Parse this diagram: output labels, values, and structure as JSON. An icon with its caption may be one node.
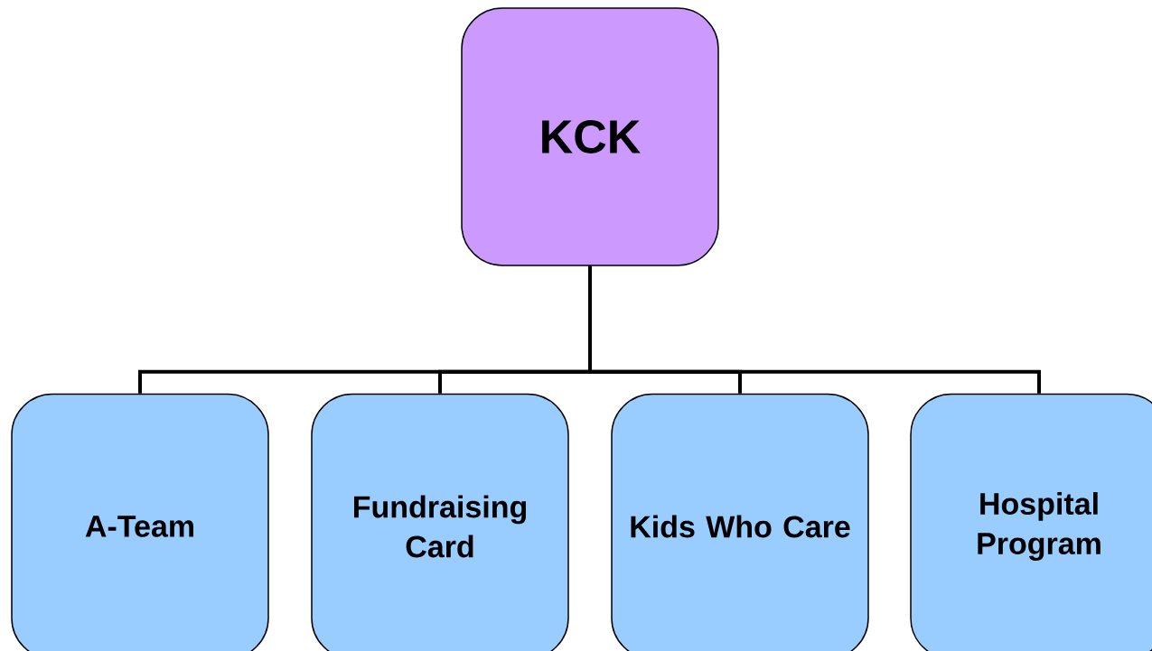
{
  "diagram": {
    "nodes": [
      {
        "text": [
          "KCK"
        ]
      },
      {
        "text": [
          "A-Team"
        ]
      },
      {
        "text": [
          "Fundraising Card"
        ]
      },
      {
        "text": [
          "Kids Who Care"
        ]
      },
      {
        "text": [
          "Hospital Program"
        ]
      }
    ],
    "edges": [
      {
        "from": 0,
        "to": 1,
        "arrow": "none"
      },
      {
        "from": 0,
        "to": 2,
        "arrow": "none"
      },
      {
        "from": 0,
        "to": 3,
        "arrow": "none"
      },
      {
        "from": 0,
        "to": 4,
        "arrow": "none"
      }
    ]
  }
}
